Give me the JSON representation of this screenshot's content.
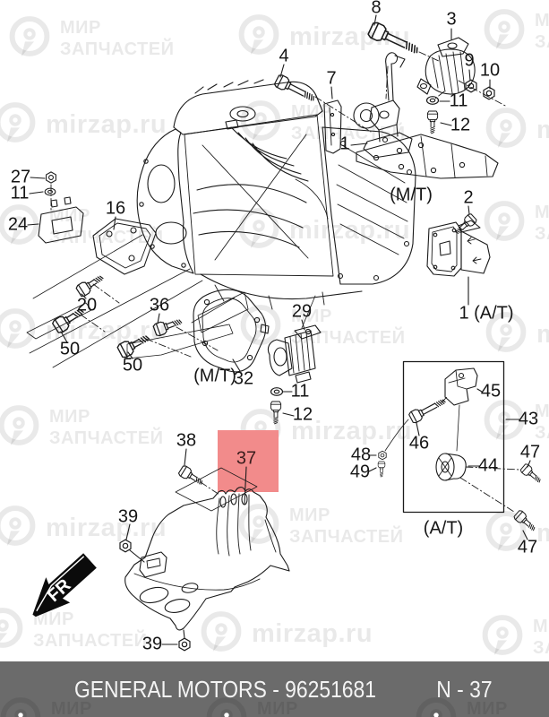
{
  "watermark": {
    "line1": "МИР",
    "line2": "ЗАПЧАСТЕЙ",
    "site": "mirzap.ru"
  },
  "direction": {
    "fr": "FR"
  },
  "callouts": {
    "n8": "8",
    "n3": "3",
    "n4": "4",
    "n7": "7",
    "n9": "9",
    "n10": "10",
    "n11a": "11",
    "n12a": "12",
    "n1mt": "1",
    "mt_a": "(M/T)",
    "n2": "2",
    "n1at": "1 (A/T)",
    "n27": "27",
    "n11b": "11",
    "n24": "24",
    "n16": "16",
    "n20": "20",
    "n50a": "50",
    "n36": "36",
    "n50b": "50",
    "mt_b": "(M/T)",
    "n32": "32",
    "n29": "29",
    "n11c": "11",
    "n12b": "12",
    "n38": "38",
    "n37": "37",
    "n39a": "39",
    "n39b": "39",
    "n45": "45",
    "n43": "43",
    "n46": "46",
    "n48": "48",
    "n49": "49",
    "n44": "44",
    "n47a": "47",
    "n47b": "47",
    "at_box": "(A/T)"
  },
  "highlight": {
    "label": "37",
    "color": "#f28b8b"
  },
  "footer": {
    "title": "GENERAL MOTORS - 96251681",
    "page": "N - 37",
    "bg": "#6b6b6b"
  }
}
